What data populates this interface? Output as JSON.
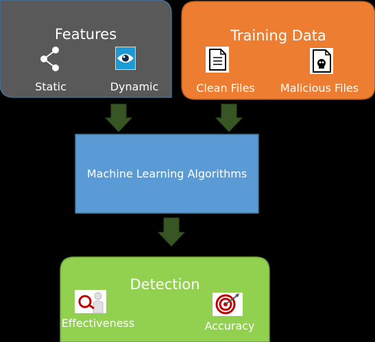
{
  "colors": {
    "background": "#000000",
    "features_box": "#595959",
    "features_border": "#41719c",
    "training_box": "#ed7d31",
    "training_border": "#ae5a21",
    "ml_box": "#5b9bd5",
    "ml_border": "#41719c",
    "detection_box": "#92d050",
    "detection_border": "#6a9a3a",
    "arrow": "#375623",
    "arrow_border": "#2b4a1a"
  },
  "features": {
    "title": "Features",
    "items": [
      {
        "label": "Static",
        "icon": "share-icon"
      },
      {
        "label": "Dynamic",
        "icon": "eye-icon"
      }
    ]
  },
  "training": {
    "title": "Training Data",
    "items": [
      {
        "label": "Clean Files",
        "icon": "document-icon"
      },
      {
        "label": "Malicious Files",
        "icon": "skull-file-icon"
      }
    ]
  },
  "ml": {
    "title": "Machine Learning Algorithms"
  },
  "detection": {
    "title": "Detection",
    "items": [
      {
        "label": "Effectiveness",
        "icon": "magnifier-person-icon"
      },
      {
        "label": "Accuracy",
        "icon": "target-icon"
      }
    ]
  }
}
